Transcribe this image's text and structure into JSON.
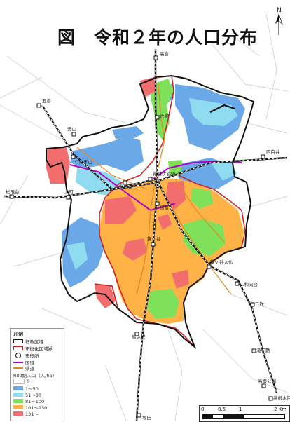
{
  "title": "図　令和２年の人口分布",
  "north_label": "N",
  "stations": {
    "takakura": "高倉",
    "gosa": "五香",
    "motoyama": "元山",
    "shiroi": "西白井",
    "matsuhidai": "松飛台",
    "owada": "大町",
    "kunugiyama": "くぬぎ山",
    "rokku": "六実",
    "shinkamagaya": "新鎌ケ谷駅",
    "kitahatsutomi": "北初富",
    "hatsutomi": "初富",
    "kamagaya": "鎌ケ谷",
    "kamagayadaibutsu": "鎌ケ谷大仏",
    "futawamukodai": "二和向台",
    "misaki": "三咲",
    "magomezawa": "馬込沢",
    "takifudo": "滝不動",
    "takanekoen": "高根公園",
    "takanekido": "高根木戸",
    "tsukada": "塚田"
  },
  "legend": {
    "title": "凡例",
    "items": [
      {
        "label": "行政区域",
        "kind": "outline-black"
      },
      {
        "label": "市街化区域界",
        "kind": "outline-red"
      },
      {
        "label": "市役所",
        "kind": "symbol"
      },
      {
        "label": "国道",
        "kind": "line",
        "color": "#b000c8"
      },
      {
        "label": "県道",
        "kind": "line",
        "color": "#e08a1e"
      }
    ],
    "density_title": "R02総人口（人/ha）",
    "classes": [
      {
        "label": "0",
        "color": "#ffffff"
      },
      {
        "label": "1～50",
        "color": "#6ba8e8"
      },
      {
        "label": "51～80",
        "color": "#8fdcf0"
      },
      {
        "label": "81～100",
        "color": "#7fe05a"
      },
      {
        "label": "101～130",
        "color": "#ffb347"
      },
      {
        "label": "131～",
        "color": "#f26d6d"
      }
    ]
  },
  "scale": {
    "ticks": [
      "0",
      "0.5",
      "1",
      "2 Km"
    ]
  },
  "colors": {
    "blue": "#6ba8e8",
    "cyan": "#8fdcf0",
    "green": "#7fe05a",
    "orange": "#ffb347",
    "red": "#f26d6d",
    "road_national": "#b000c8",
    "road_pref": "#e08a1e"
  }
}
